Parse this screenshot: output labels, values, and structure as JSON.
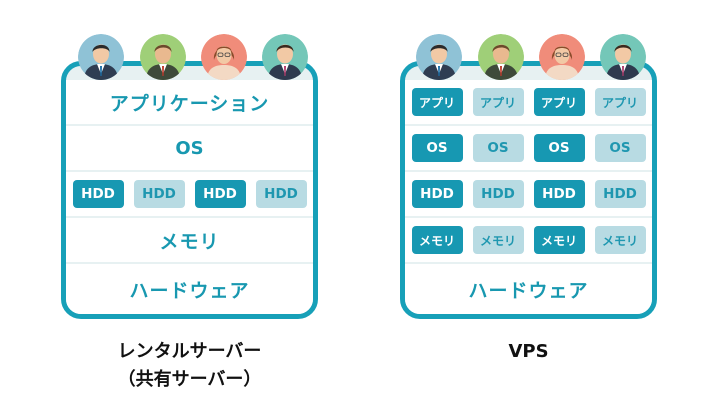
{
  "shared": {
    "rows": {
      "application": "アプリケーション",
      "os": "OS",
      "hdd": [
        "HDD",
        "HDD",
        "HDD",
        "HDD"
      ],
      "memory": "メモリ",
      "hardware": "ハードウェア"
    },
    "caption_line1": "レンタルサーバー",
    "caption_line2": "（共有サーバー）"
  },
  "vps": {
    "app": [
      "アプリ",
      "アプリ",
      "アプリ",
      "アプリ"
    ],
    "os": [
      "OS",
      "OS",
      "OS",
      "OS"
    ],
    "hdd": [
      "HDD",
      "HDD",
      "HDD",
      "HDD"
    ],
    "memory": [
      "メモリ",
      "メモリ",
      "メモリ",
      "メモリ"
    ],
    "hardware": "ハードウェア",
    "caption": "VPS"
  },
  "colors": {
    "accent": "#17a0b8",
    "tile_dark": "#1798b2",
    "tile_light": "#b8dbe3",
    "avatar_bgs": [
      "#8fc2d6",
      "#9fcf78",
      "#f08c7a",
      "#74c7b8"
    ]
  },
  "icons": [
    "user-avatar-icon",
    "user-avatar-icon",
    "user-avatar-icon",
    "user-avatar-icon"
  ]
}
